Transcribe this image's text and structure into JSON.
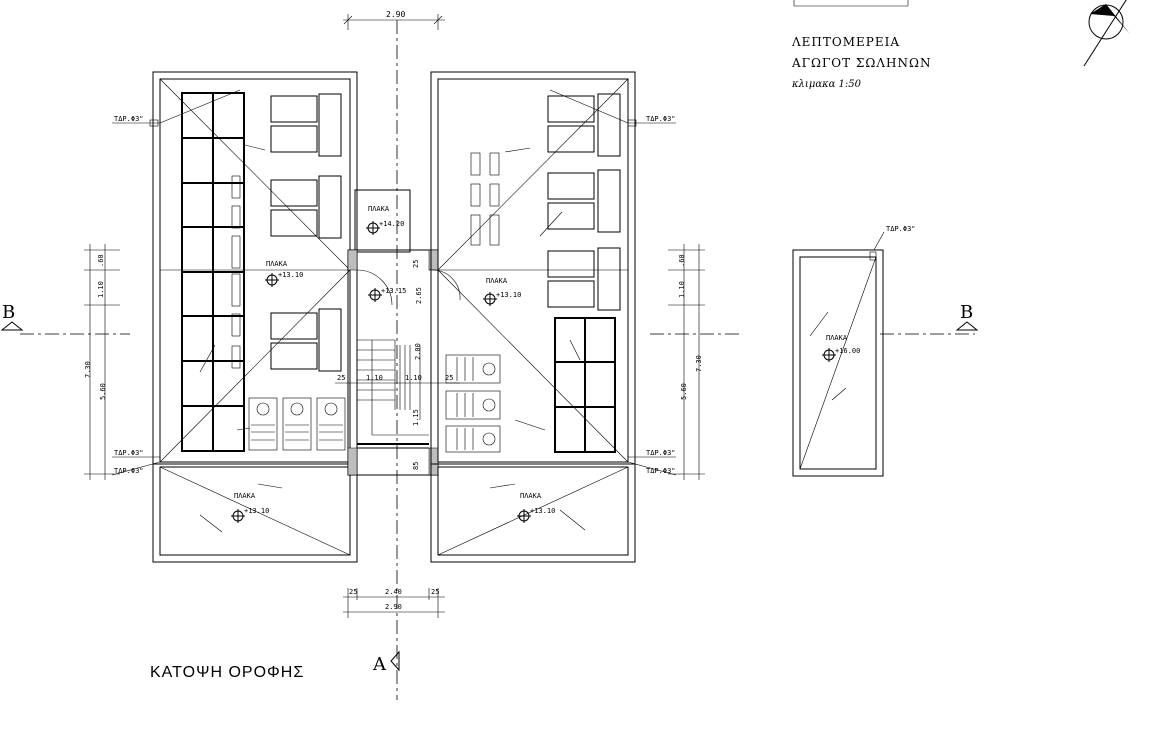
{
  "title_block": {
    "line1": "ΛΕΠΤΟΜΕΡΕΙΑ",
    "line2": "ΑΓΩΓΟΤ ΣΩΛΗΝΩΝ",
    "scale": "κλιμακα 1:50"
  },
  "plan_title": "ΚΑΤΟΨΗ ΟΡΟΦΗΣ",
  "section_marks": {
    "left": "B",
    "right": "B",
    "bottom": "A"
  },
  "slab_label": "ΠΛΑΚΑ",
  "slabs": [
    {
      "elevation": "+13.10"
    },
    {
      "elevation": "+14.20"
    },
    {
      "elevation": "+13.15"
    },
    {
      "elevation": "+13.10"
    },
    {
      "elevation": "+13.10"
    },
    {
      "elevation": "+13.10"
    },
    {
      "elevation": "+16.00"
    }
  ],
  "pipe_label": "ΤΔΡ.Φ3\"",
  "dims": {
    "top_width": "2.90",
    "bottom_inner": "2.40",
    "bottom_total": "2.90",
    "side_25": "25",
    "left_total": "7.30",
    "left_lower": "5.60",
    "left_mid": "1.10",
    "left_top": ".60",
    "core_265": "2.65",
    "core_110": "1.10",
    "core_200": "2.00",
    "core_115": "1.15",
    "core_85": "85",
    "core_25": "25"
  }
}
